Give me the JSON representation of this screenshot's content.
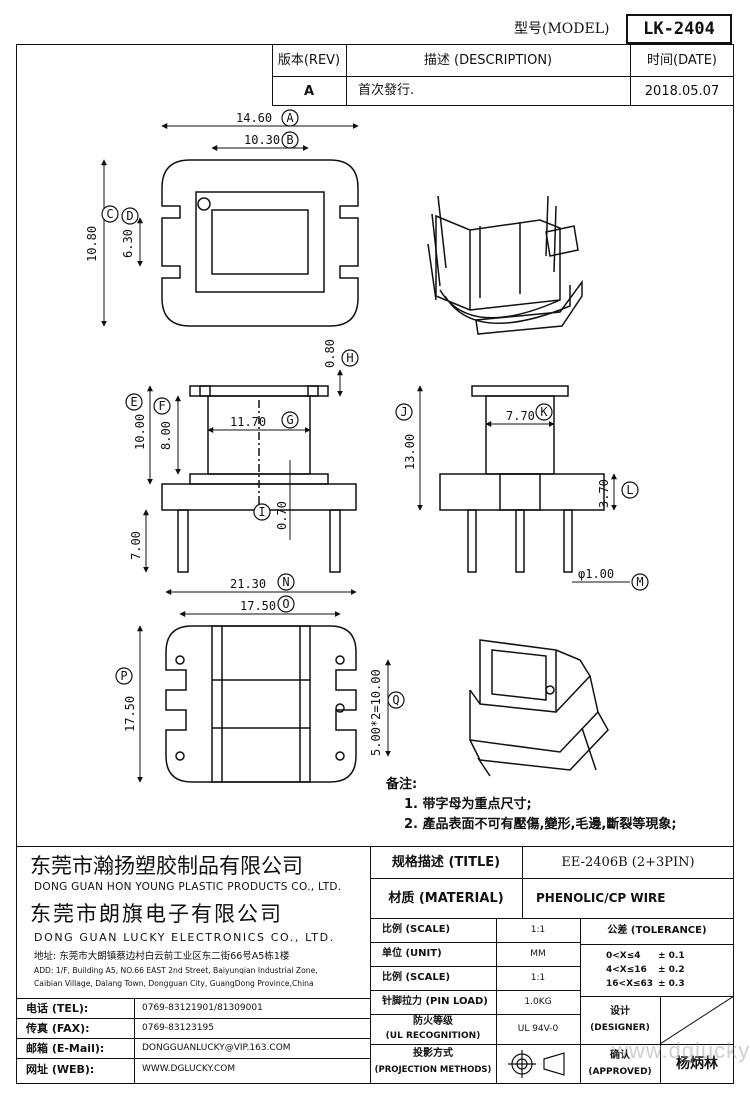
{
  "model": {
    "label": "型号(MODEL)",
    "value": "LK-2404"
  },
  "revision_table": {
    "headers": {
      "rev": "版本(REV)",
      "desc": "描述 (DESCRIPTION)",
      "date": "时间(DATE)"
    },
    "row": {
      "rev": "A",
      "desc": "首次發行.",
      "date": "2018.05.07"
    }
  },
  "dims": {
    "top": {
      "A_val": "14.60",
      "A": "A",
      "B_val": "10.30",
      "B": "B",
      "C": "C",
      "C_val": "10.80",
      "D": "D",
      "D_val": "6.30"
    },
    "front": {
      "H_val": "0.80",
      "H": "H",
      "E": "E",
      "E_val": "10.00",
      "F": "F",
      "F_val": "8.00",
      "G_val": "11.70",
      "G": "G",
      "I": "I",
      "I_val": "0.70",
      "pin_val": "7.00"
    },
    "side": {
      "J": "J",
      "J_val": "13.00",
      "K_val": "7.70",
      "K": "K",
      "L_val": "3.70",
      "L": "L",
      "M_val": "φ1.00",
      "M": "M"
    },
    "bottom": {
      "N_val": "21.30",
      "N": "N",
      "O_val": "17.50",
      "O": "O",
      "P": "P",
      "P_val": "17.50",
      "Q_val": "5.00*2=10.00",
      "Q": "Q"
    }
  },
  "notes": {
    "title": "备注:",
    "items": [
      "1. 带字母为重点尺寸;",
      "2. 產品表面不可有壓傷,變形,毛邊,斷裂等現象;"
    ]
  },
  "company": {
    "name1": "东莞市瀚扬塑胶制品有限公司",
    "name1_en": "DONG GUAN HON YOUNG PLASTIC PRODUCTS CO., LTD.",
    "name2": "东莞市朗旗电子有限公司",
    "name2_en": "DONG GUAN LUCKY ELECTRONICS CO., LTD.",
    "address_cn": "地址: 东莞市大朗镇蔡边村白云前工业区东二街66号A5栋1楼",
    "address_en1": "ADD: 1/F, Building A5, NO.66 EAST 2nd Street, Baiyunqian Industrial Zone,",
    "address_en2": "Caibian Village, Dalang Town, Dongguan City, GuangDong Province,China"
  },
  "contacts": [
    {
      "label": "电话 (TEL):",
      "value": "0769-83121901/81309001"
    },
    {
      "label": "传真 (FAX):",
      "value": "0769-83123195"
    },
    {
      "label": "邮箱 (E-Mail):",
      "value": "DONGGUANLUCKY@VIP.163.COM"
    },
    {
      "label": "网址 (WEB):",
      "value": "WWW.DGLUCKY.COM"
    }
  ],
  "spec": {
    "title_label": "规格描述 (TITLE)",
    "title_value": "EE-2406B (2+3PIN)",
    "material_label": "材质 (MATERIAL)",
    "material_value": "PHENOLIC/CP WIRE",
    "scale_label": "比例 (SCALE)",
    "scale_value": "1:1",
    "unit_label": "单位 (UNIT)",
    "unit_value": "MM",
    "scale2_label": "比例 (SCALE)",
    "scale2_value": "1:1",
    "pinload_label": "针脚拉力 (PIN LOAD)",
    "pinload_value": "1.0KG",
    "ul_label1": "防火等级",
    "ul_label2": "(UL RECOGNITION)",
    "ul_value": "UL 94V-0",
    "proj_label1": "投影方式",
    "proj_label2": "(PROJECTION METHODS)",
    "tolerance_title": "公差 (TOLERANCE)",
    "tolerances": [
      {
        "range": "0<X≤4",
        "val": "± 0.1"
      },
      {
        "range": "4<X≤16",
        "val": "± 0.2"
      },
      {
        "range": "16<X≤63",
        "val": "± 0.3"
      }
    ],
    "designer_label1": "设计",
    "designer_label2": "(DESIGNER)",
    "approved_label1": "确认",
    "approved_label2": "(APPROVED)",
    "approver": "杨炳林"
  },
  "watermark": "www.dglucky.com"
}
